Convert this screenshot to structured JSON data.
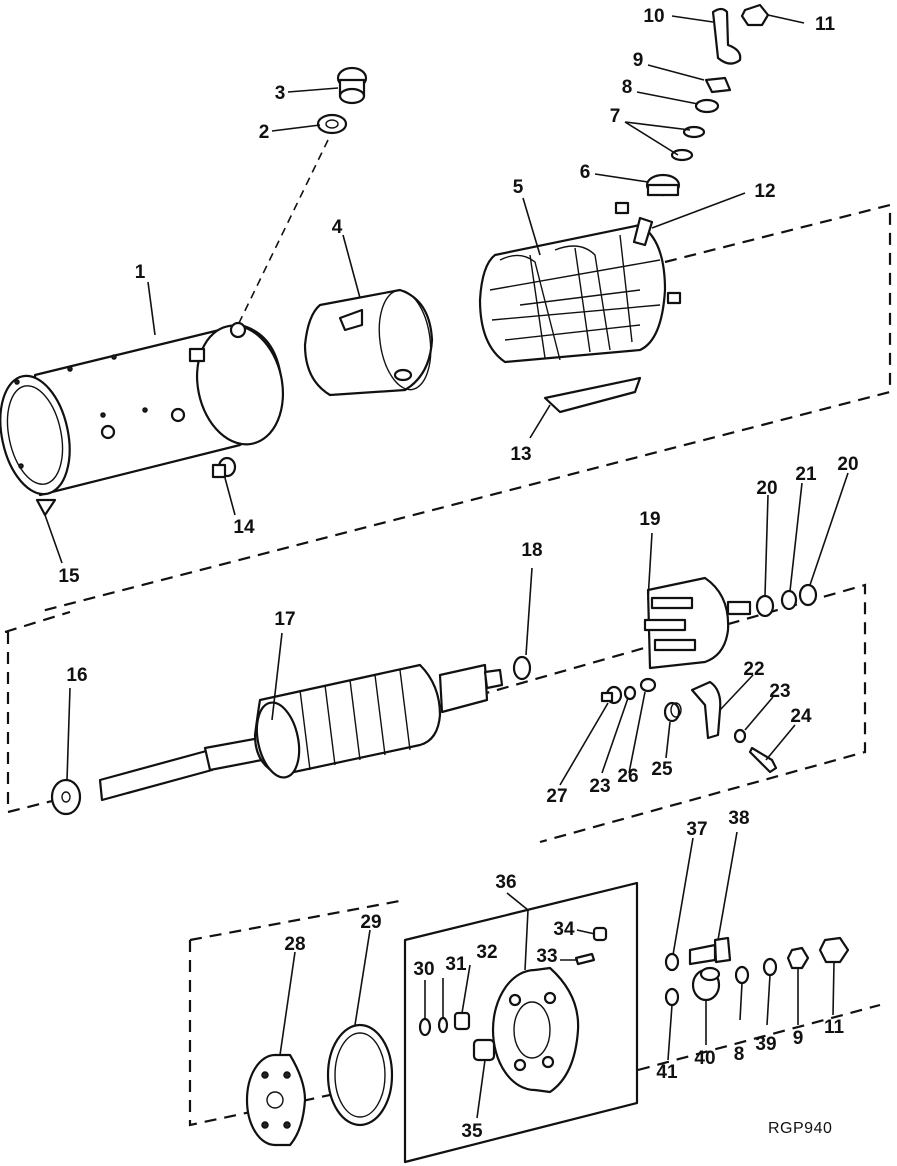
{
  "figure": {
    "reference_code": "RGP940",
    "callouts": [
      "1",
      "2",
      "3",
      "4",
      "5",
      "6",
      "7",
      "8",
      "9",
      "10",
      "11",
      "12",
      "13",
      "14",
      "15",
      "16",
      "17",
      "18",
      "19",
      "20",
      "20",
      "21",
      "22",
      "23",
      "23",
      "24",
      "25",
      "26",
      "27",
      "28",
      "29",
      "30",
      "31",
      "32",
      "33",
      "34",
      "35",
      "36",
      "37",
      "38",
      "39",
      "40",
      "41",
      "8",
      "9",
      "11"
    ]
  }
}
